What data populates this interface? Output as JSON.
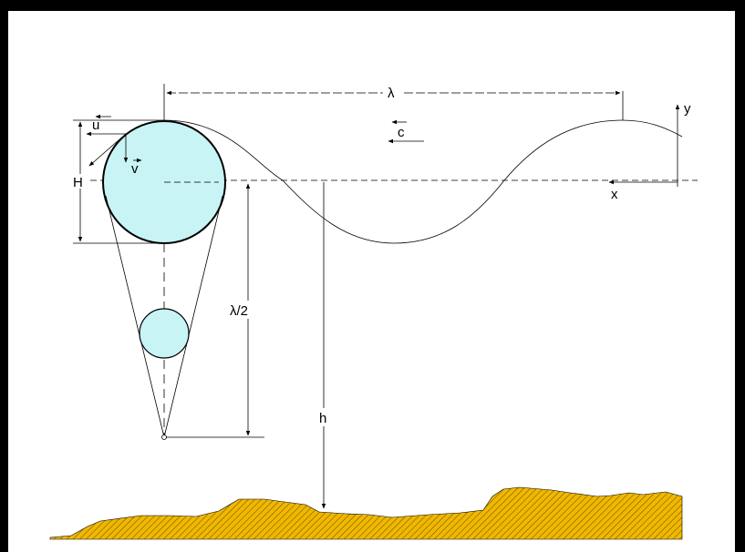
{
  "labels": {
    "lambda": "λ",
    "u": "u",
    "v": "v",
    "c": "c",
    "y": "y",
    "x": "x",
    "H": "H",
    "half_lambda": "λ/2",
    "h": "h"
  },
  "colors": {
    "particle_fill": "#c8f4f6",
    "ground_fill": "#f0b800",
    "ground_hatch": "#7a5a00",
    "line": "#000000",
    "frame": "#000000"
  },
  "icons": [
    "arrow-left-icon",
    "arrow-down-icon",
    "arrow-up-icon"
  ]
}
